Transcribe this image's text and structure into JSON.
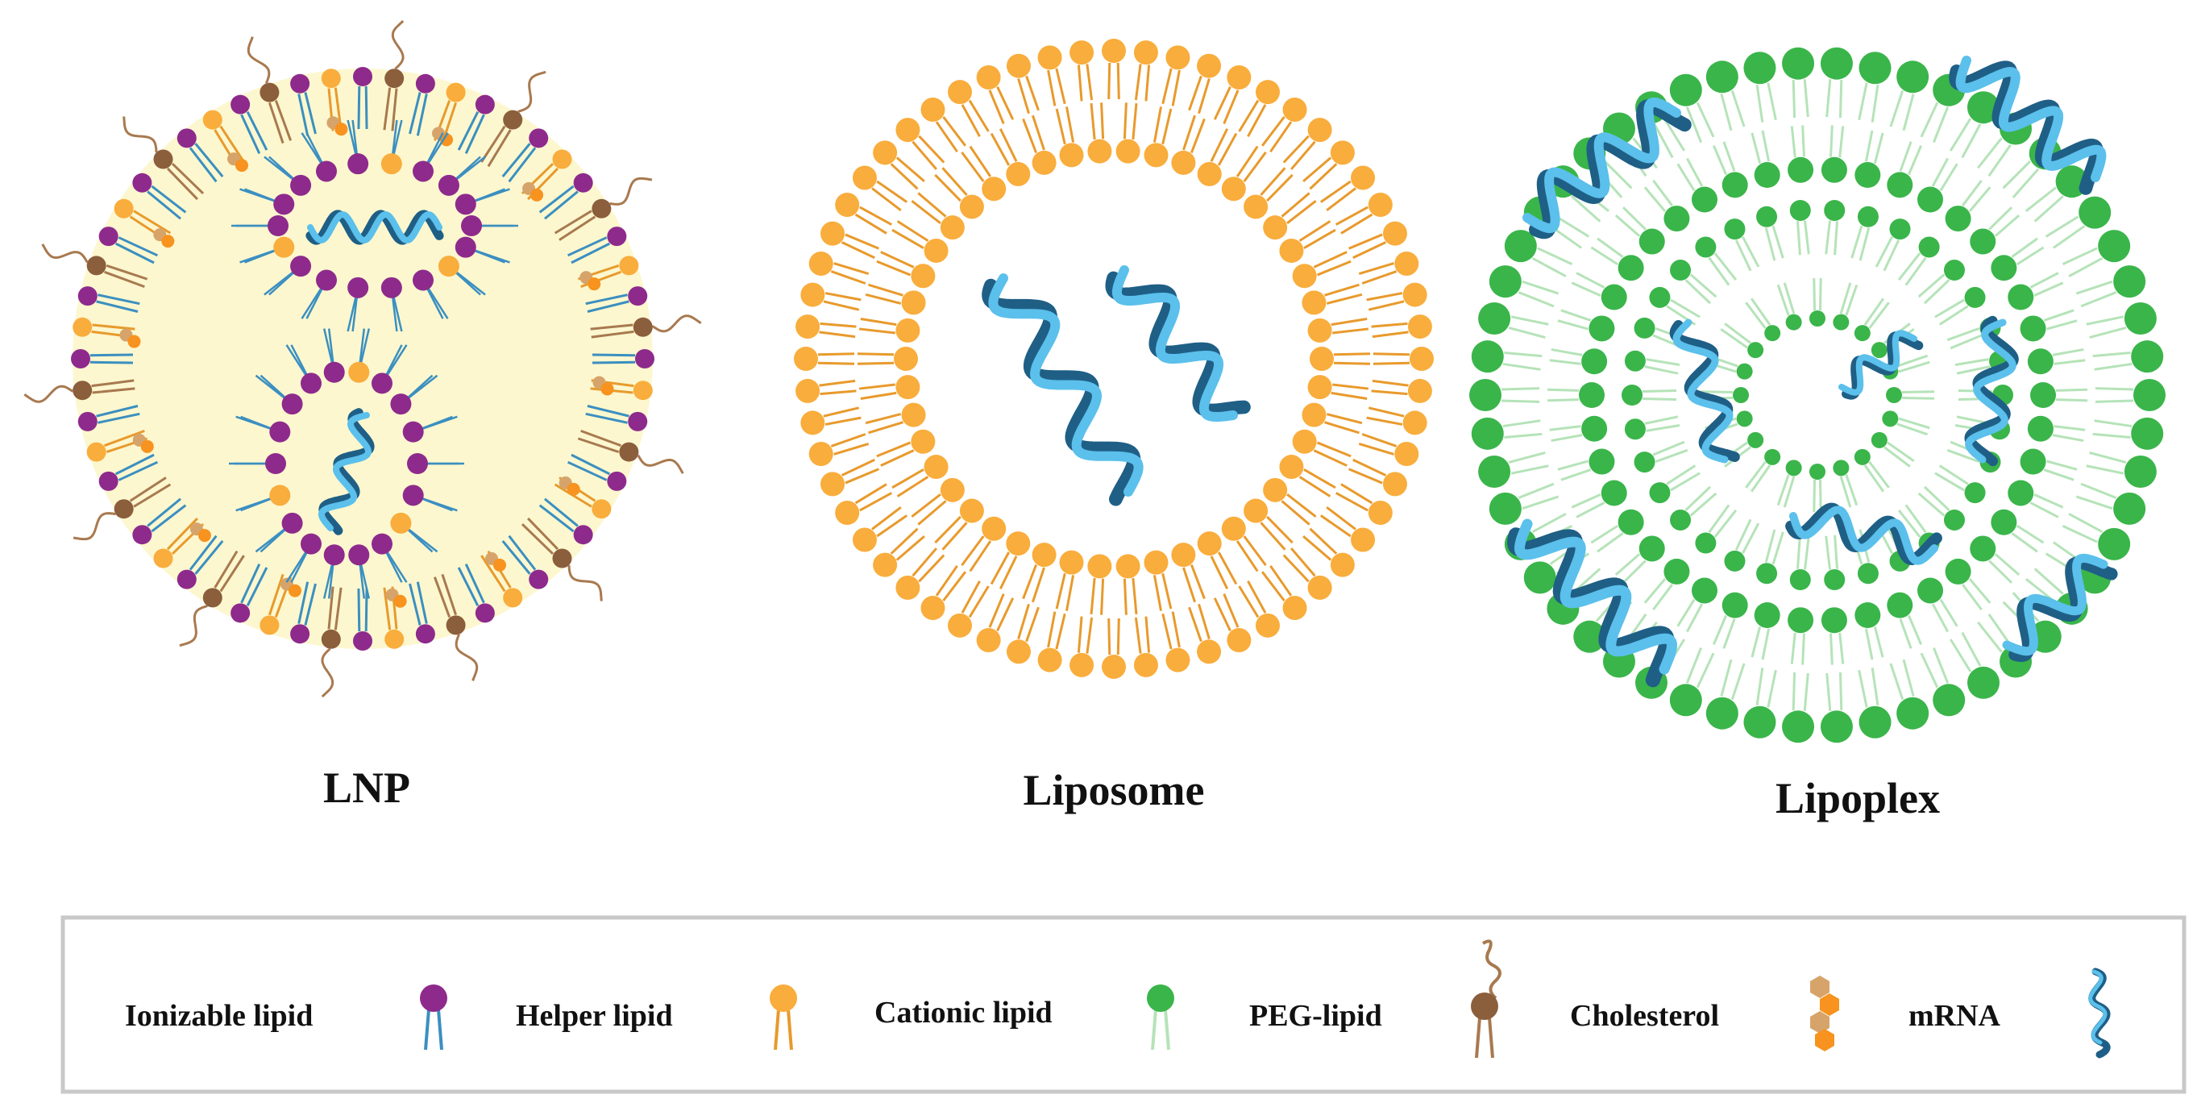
{
  "particles": {
    "lnp": {
      "label": "LNP"
    },
    "liposome": {
      "label": "Liposome"
    },
    "lipoplex": {
      "label": "Lipoplex"
    }
  },
  "legend": {
    "items": [
      {
        "key": "ionizable",
        "label": "Ionizable lipid",
        "icon": "ionizable-lipid-icon"
      },
      {
        "key": "helper",
        "label": "Helper lipid",
        "icon": "helper-lipid-icon"
      },
      {
        "key": "cationic",
        "label": "Cationic lipid",
        "icon": "cationic-lipid-icon"
      },
      {
        "key": "peg",
        "label": "PEG-lipid",
        "icon": "peg-lipid-icon"
      },
      {
        "key": "cholesterol",
        "label": "Cholesterol",
        "icon": "cholesterol-icon"
      },
      {
        "key": "mrna",
        "label": "mRNA",
        "icon": "mrna-icon"
      }
    ]
  },
  "colors": {
    "ionizable_head": "#8e2a8c",
    "ionizable_tail": "#3b8fc0",
    "helper_head": "#f9ad3c",
    "helper_tail": "#e89a2c",
    "cationic_head": "#3ab54a",
    "cationic_tail": "#b5e3b8",
    "peg_head": "#8b5e3c",
    "peg_tail": "#a8794f",
    "cholesterol_a": "#d6a46a",
    "cholesterol_b": "#f7931e",
    "mrna_light": "#5bc0eb",
    "mrna_dark": "#1f5f86",
    "lnp_core": "#fcf7cf"
  }
}
